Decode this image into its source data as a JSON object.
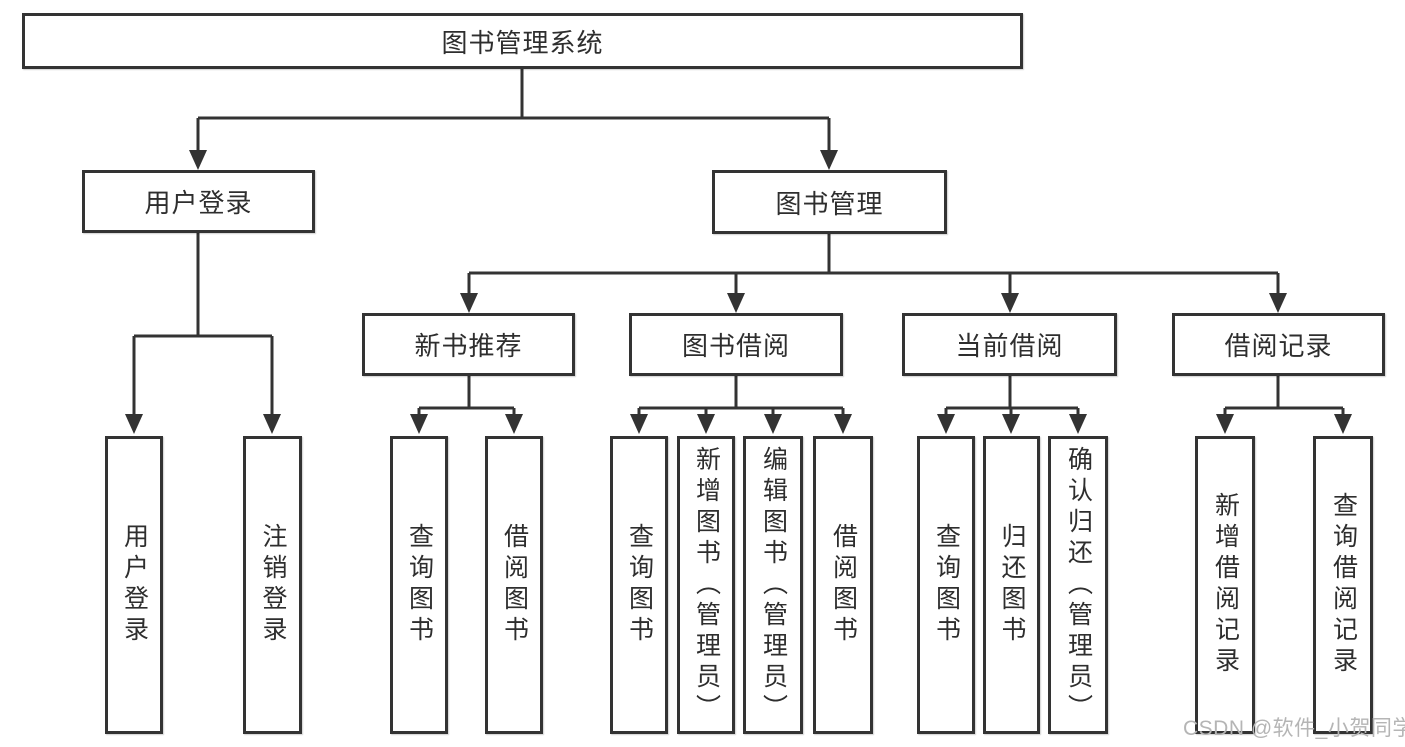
{
  "tree": {
    "root": {
      "label": "图书管理系统"
    },
    "branches": [
      {
        "label": "用户登录",
        "children": [
          {
            "label": "用户登录"
          },
          {
            "label": "注销登录"
          }
        ]
      },
      {
        "label": "图书管理",
        "children": [
          {
            "label": "新书推荐",
            "children": [
              {
                "label": "查询图书"
              },
              {
                "label": "借阅图书"
              }
            ]
          },
          {
            "label": "图书借阅",
            "children": [
              {
                "label": "查询图书"
              },
              {
                "label": "新增图书（管理员）"
              },
              {
                "label": "编辑图书（管理员）"
              },
              {
                "label": "借阅图书"
              }
            ]
          },
          {
            "label": "当前借阅",
            "children": [
              {
                "label": "查询图书"
              },
              {
                "label": "归还图书"
              },
              {
                "label": "确认归还（管理员）"
              }
            ]
          },
          {
            "label": "借阅记录",
            "children": [
              {
                "label": "新增借阅记录"
              },
              {
                "label": "查询借阅记录"
              }
            ]
          }
        ]
      }
    ]
  },
  "watermark": "CSDN @软件_小贺同学",
  "colors": {
    "line": "#333333",
    "text": "#2e2e2e",
    "watermark": "#b5b5b5",
    "background": "#ffffff"
  }
}
